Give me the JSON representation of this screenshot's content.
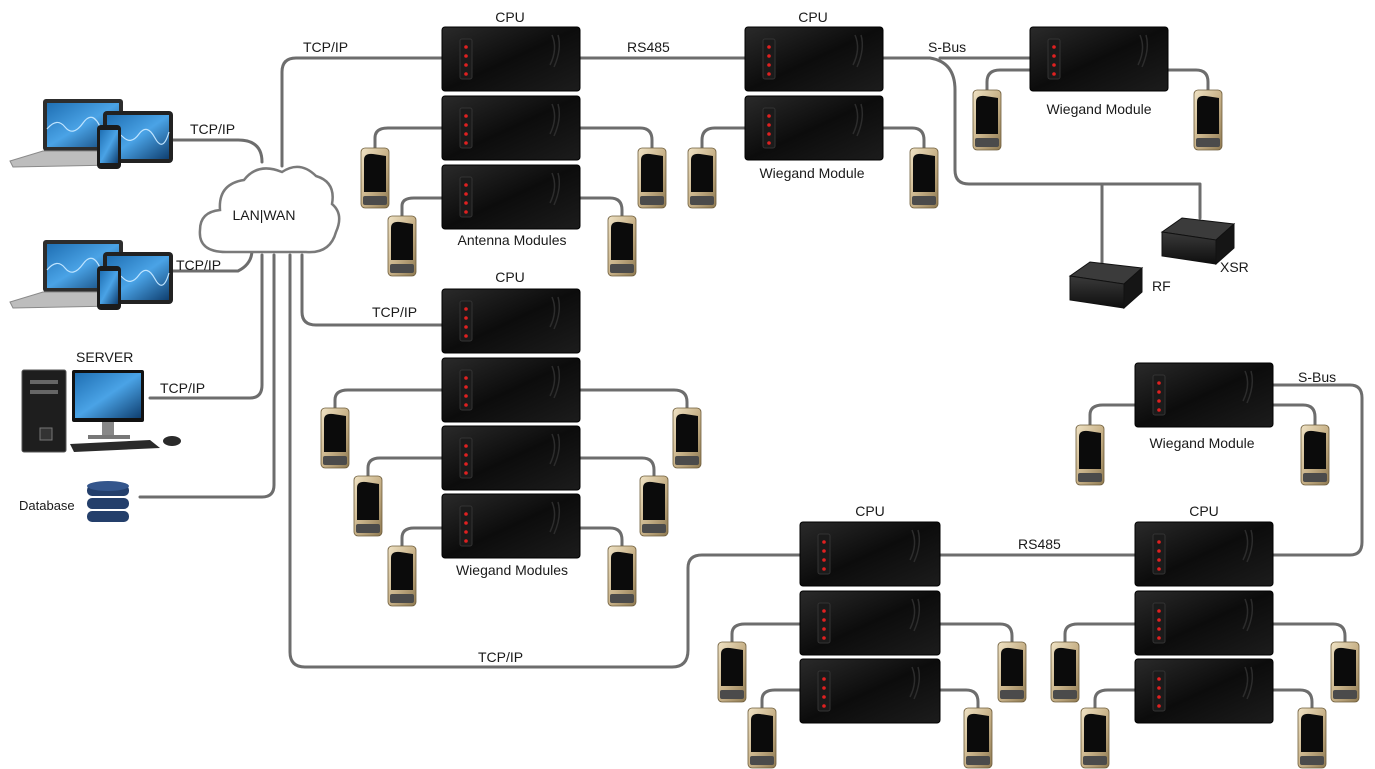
{
  "labels": {
    "cpu": "CPU",
    "tcpip": "TCP/IP",
    "rs485": "RS485",
    "sbus": "S-Bus",
    "lanwan": "LAN|WAN",
    "server": "SERVER",
    "database": "Database",
    "wiegand_module": "Wiegand Module",
    "wiegand_modules": "Wiegand Modules",
    "antenna_modules": "Antenna Modules",
    "rf": "RF",
    "xsr": "XSR"
  },
  "colors": {
    "wire": "#6d6d6d",
    "module_body": "#0d0d0d",
    "led": "#e02020",
    "database": "#243f6b",
    "cloud_stroke": "#7a7a7a",
    "reader_gold": "#c9b38a"
  },
  "icons": {
    "laptop_tablet_phone": "device-set-icon",
    "server_pc": "server-computer-icon",
    "database": "database-icon",
    "cloud": "cloud-icon",
    "controller": "controller-module-icon",
    "reader": "card-reader-icon"
  }
}
